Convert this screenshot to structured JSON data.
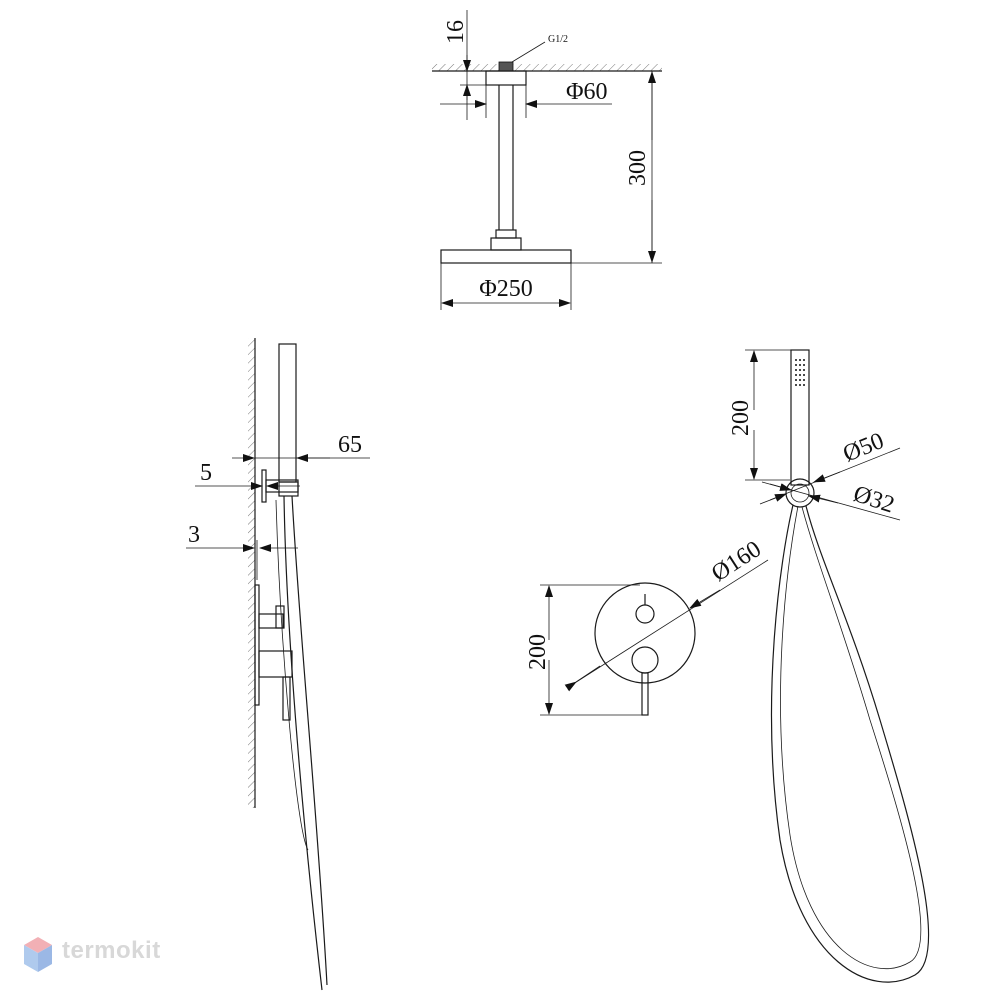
{
  "brand": {
    "name": "termokit"
  },
  "ceiling_shower": {
    "thread_label": "G1/2",
    "dim_flange_height": "16",
    "dim_flange_diameter": "Φ60",
    "dim_arm_length": "300",
    "dim_head_diameter": "Φ250"
  },
  "side_view": {
    "dim_holder_depth": "65",
    "dim_holder_plate": "5",
    "dim_mixer_plate": "3"
  },
  "front_view": {
    "dim_handshower_length": "200",
    "dim_holder_outer": "Ø50",
    "dim_holder_inner": "Ø32",
    "dim_mixer_plate_diameter": "Ø160",
    "dim_mixer_height": "200"
  },
  "colors": {
    "line": "#1a1a1a",
    "logo_top": "#e8707a",
    "logo_side": "#6fa0e0"
  }
}
